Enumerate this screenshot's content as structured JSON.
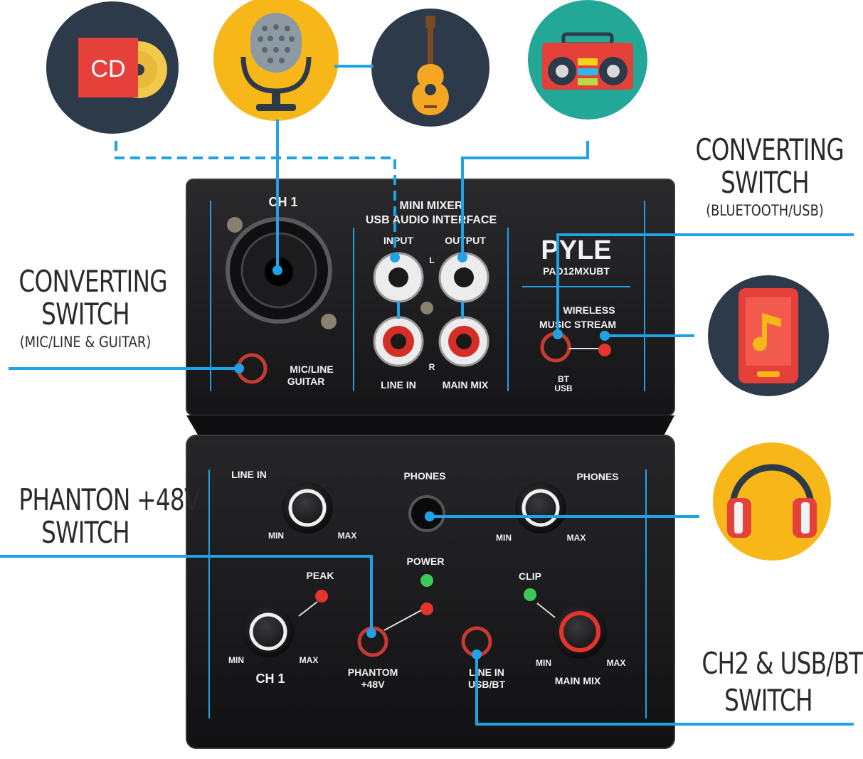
{
  "callouts": {
    "bt_usb": {
      "line1": "CONVERTING",
      "line2": "SWITCH",
      "sub": "(BLUETOOTH/USB)"
    },
    "mic_guitar": {
      "line1": "CONVERTING",
      "line2": "SWITCH",
      "sub": "(MIC/LINE & GUITAR)"
    },
    "phantom": {
      "line1": "PHANTON +48V",
      "line2": "SWITCH"
    },
    "ch2": {
      "line1": "CH2 & USB/BT",
      "line2": "SWITCH"
    }
  },
  "icons": {
    "cd_text": "CD"
  },
  "device": {
    "ch1_top": "CH 1",
    "title_line1": "MINI MIXER",
    "title_line2": "USB AUDIO INTERFACE",
    "input": "INPUT",
    "output": "OUTPUT",
    "l": "L",
    "r": "R",
    "line_in_jack": "LINE IN",
    "main_mix_jack": "MAIN MIX",
    "brand": "PYLE",
    "model": "PAD12MXUBT",
    "wireless": "WIRELESS",
    "music_stream": "MUSIC STREAM",
    "bt": "BT",
    "usb": "USB",
    "mic_line": "MIC/LINE",
    "guitar": "GUITAR",
    "line_in_knob": "LINE IN",
    "phones": "PHONES",
    "phones_knob": "PHONES",
    "min": "MIN",
    "max": "MAX",
    "peak": "PEAK",
    "power": "POWER",
    "clip": "CLIP",
    "ch1_bottom": "CH 1",
    "phantom": "PHANTOM",
    "plus48": "+48V",
    "line_in_sw": "LINE IN",
    "usb_bt": "USB/BT",
    "main_mix_knob": "MAIN MIX"
  },
  "colors": {
    "accent_blue": "#1fa2e6",
    "dark_navy": "#2c3a4a",
    "icon_yellow": "#f7b719",
    "icon_teal": "#23a898",
    "cd_red": "#e6403b",
    "panel_black": "#1b1b1d"
  }
}
